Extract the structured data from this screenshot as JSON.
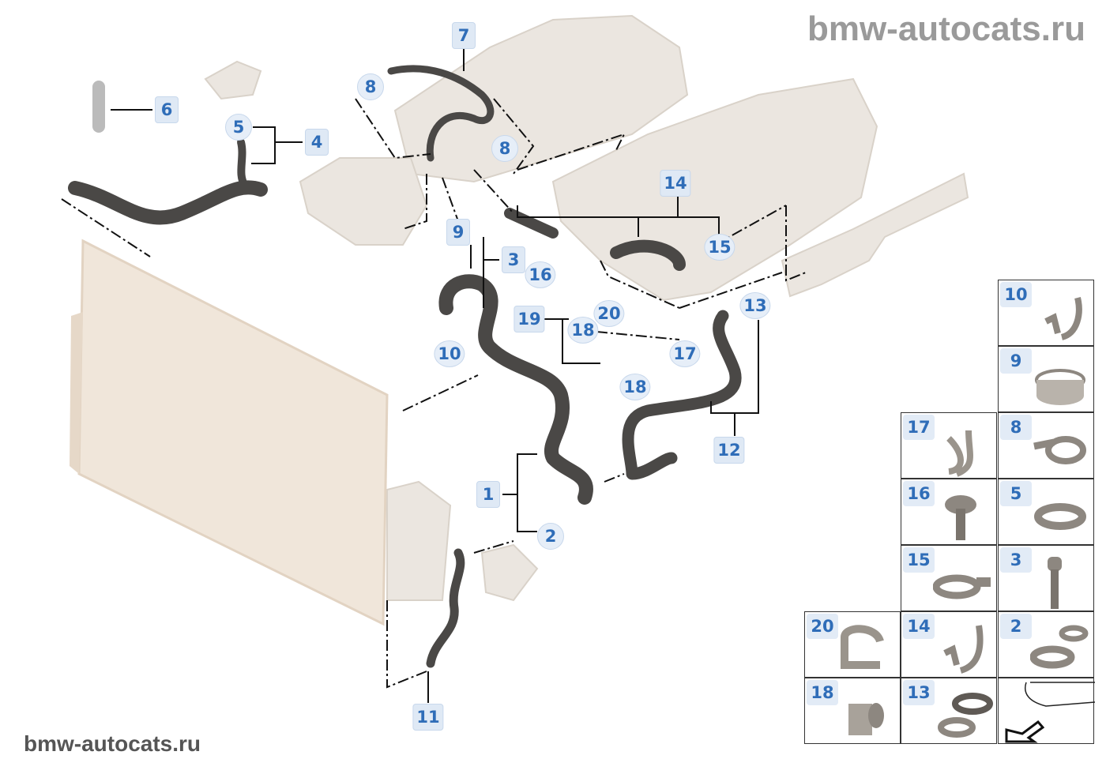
{
  "watermark_top": "bmw-autocats.ru",
  "watermark_bottom": "bmw-autocats.ru",
  "callouts": [
    "7",
    "8",
    "8",
    "6",
    "5",
    "4",
    "14",
    "15",
    "9",
    "3",
    "16",
    "19",
    "20",
    "18",
    "17",
    "10",
    "18",
    "13",
    "12",
    "1",
    "2",
    "11"
  ],
  "parts_grid": [
    {
      "label": "10",
      "icon": "hose-holder-clip"
    },
    {
      "label": "9",
      "icon": "hose-clamp"
    },
    {
      "label": "17",
      "icon": "holder-clip"
    },
    {
      "label": "8",
      "icon": "spring-clamp-tab"
    },
    {
      "label": "16",
      "icon": "collar-bolt"
    },
    {
      "label": "5",
      "icon": "spring-band-clamp"
    },
    {
      "label": "15",
      "icon": "spring-band-clamp"
    },
    {
      "label": "3",
      "icon": "hex-socket-bolt"
    },
    {
      "label": "20",
      "icon": "bracket-clip"
    },
    {
      "label": "14",
      "icon": "hose-holder-clip"
    },
    {
      "label": "2",
      "icon": "double-clamp"
    },
    {
      "label": "18",
      "icon": "clip-nut"
    },
    {
      "label": "13",
      "icon": "double-hose-clamp"
    },
    {
      "label": "",
      "icon": "vehicle-front-direction-arrow"
    }
  ],
  "colors": {
    "callout_text": "#2f6db8",
    "callout_bg": "#dfe9f5",
    "hose": "#4a4846",
    "engine": "#e8e2da",
    "radiator": "#efe4d8"
  }
}
